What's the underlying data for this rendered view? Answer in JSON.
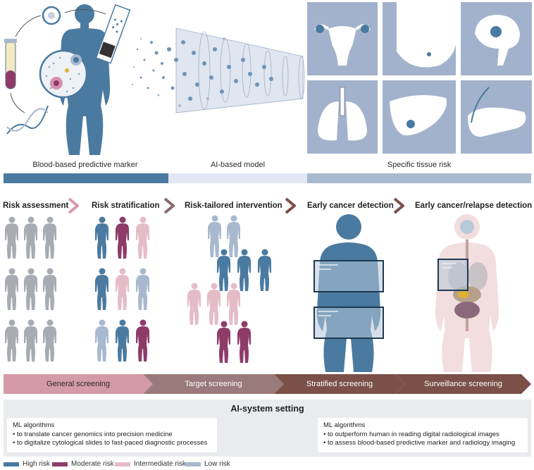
{
  "top": {
    "captions": [
      "Blood-based predictive marker",
      "AI-based model",
      "Specific tissue risk"
    ]
  },
  "stages": [
    "Risk assessment",
    "Risk stratification",
    "Risk-tailored intervention",
    "Early cancer detection",
    "Early cancer/relapse detection"
  ],
  "screening": [
    "General screening",
    "Target screening",
    "Stratified screening",
    "Surveillance screening"
  ],
  "setting": {
    "title": "AI-system setting",
    "left": {
      "heading": "ML algorithms",
      "items": [
        "• to translate cancer genomics into precision medicine",
        "• to digitalize cytological slides to fast-paced diagnostic processes"
      ]
    },
    "right": {
      "heading": "ML algorithms",
      "items": [
        "• to outperform human in reading digital radiological images",
        "• to assess blood-based predictive marker and radiology imaging"
      ]
    }
  },
  "legend": [
    {
      "label": "High risk",
      "color": "#4a7aa0"
    },
    {
      "label": "Moderate risk",
      "color": "#8e3b68"
    },
    {
      "label": "Intermediate risk",
      "color": "#e4bcc8"
    },
    {
      "label": "Low risk",
      "color": "#a8b8cf"
    }
  ],
  "colors": {
    "high": "#4a7aa0",
    "moderate": "#8e3b68",
    "intermediate": "#e4bcc8",
    "low": "#a8b8cf",
    "neutral": "#a7abb3",
    "tile": "#a3b2cc"
  }
}
